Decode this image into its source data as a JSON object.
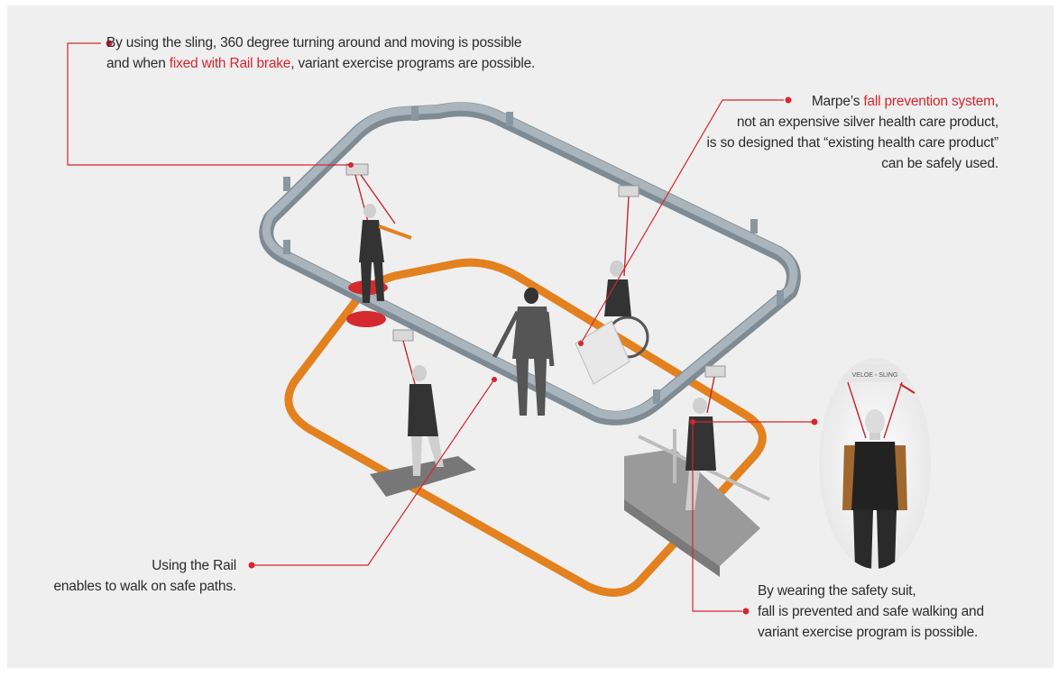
{
  "callouts": {
    "sling": {
      "line1": "By using the sling, 360 degree turning around and moving is possible",
      "line2_pre": "and when ",
      "line2_highlight": "fixed with Rail brake",
      "line2_post": ", variant exercise programs are possible."
    },
    "fall_prevention": {
      "line1_pre": "Marpe’s ",
      "line1_highlight": "fall prevention system",
      "line1_post": ",",
      "line2": "not an expensive silver health care product,",
      "line3": "is so designed that “existing health care product”",
      "line4": "can be safely used."
    },
    "rail": {
      "line1": "Using the Rail",
      "line2": "enables to walk on safe paths."
    },
    "suit": {
      "line1": "By wearing the safety suit,",
      "line2": "fall is prevented and safe walking and",
      "line3": "variant exercise program is possible."
    }
  },
  "inset_label": "VELOE ◦ SLING",
  "colors": {
    "accent": "#d7262d",
    "rail": "#8e9aa3",
    "track": "#e3811f",
    "background": "#efefef"
  }
}
